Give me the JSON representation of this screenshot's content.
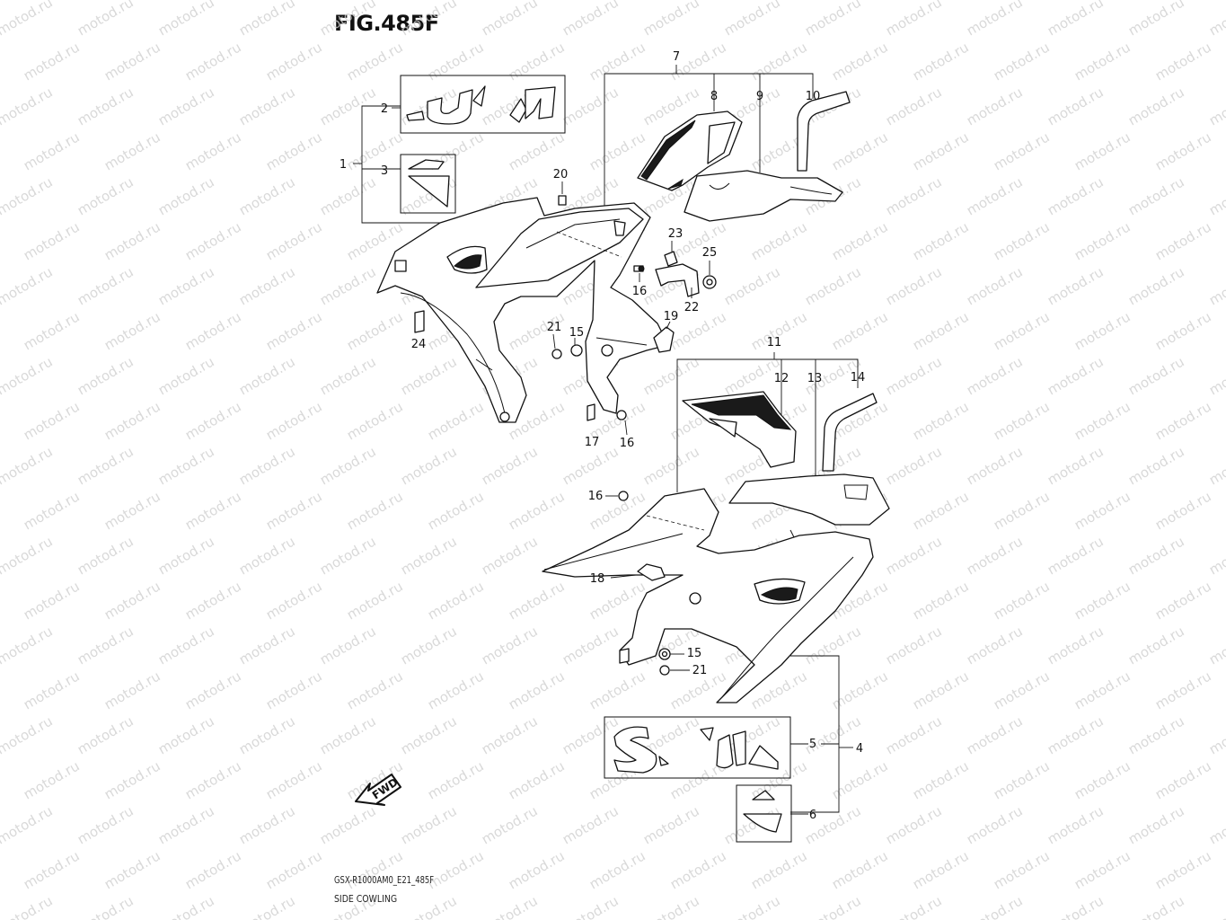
{
  "figure": {
    "title": "FIG.485F",
    "model_code": "GSX-R1000AM0_E21_485F",
    "section_name": "SIDE COWLING",
    "watermark": "motod.ru",
    "direction_label": "FWD"
  },
  "callouts": [
    {
      "id": "c1",
      "label": "1"
    },
    {
      "id": "c2",
      "label": "2"
    },
    {
      "id": "c3",
      "label": "3"
    },
    {
      "id": "c4",
      "label": "4"
    },
    {
      "id": "c5",
      "label": "5"
    },
    {
      "id": "c6",
      "label": "6"
    },
    {
      "id": "c7",
      "label": "7"
    },
    {
      "id": "c8",
      "label": "8"
    },
    {
      "id": "c9",
      "label": "9"
    },
    {
      "id": "c10",
      "label": "10"
    },
    {
      "id": "c11",
      "label": "11"
    },
    {
      "id": "c12",
      "label": "12"
    },
    {
      "id": "c13",
      "label": "13"
    },
    {
      "id": "c14",
      "label": "14"
    },
    {
      "id": "c15a",
      "label": "15"
    },
    {
      "id": "c15b",
      "label": "15"
    },
    {
      "id": "c16a",
      "label": "16"
    },
    {
      "id": "c16b",
      "label": "16"
    },
    {
      "id": "c16c",
      "label": "16"
    },
    {
      "id": "c17",
      "label": "17"
    },
    {
      "id": "c18",
      "label": "18"
    },
    {
      "id": "c19",
      "label": "19"
    },
    {
      "id": "c20",
      "label": "20"
    },
    {
      "id": "c21a",
      "label": "21"
    },
    {
      "id": "c21b",
      "label": "21"
    },
    {
      "id": "c22",
      "label": "22"
    },
    {
      "id": "c23",
      "label": "23"
    },
    {
      "id": "c24",
      "label": "24"
    },
    {
      "id": "c25",
      "label": "25"
    }
  ]
}
